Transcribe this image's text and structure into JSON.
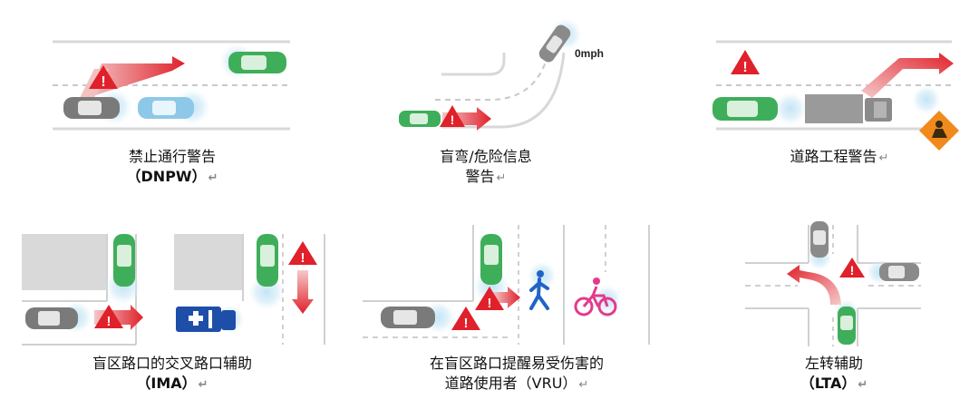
{
  "panels": [
    {
      "title": "禁止通行警告",
      "abbr": "（DNPW）",
      "return_mark": "↵"
    },
    {
      "title": "盲弯/危险信息",
      "title_line2": "警告",
      "return_mark": "↵",
      "speed_label": "0mph"
    },
    {
      "title": "道路工程警告",
      "return_mark": "↵"
    },
    {
      "title": "盲区路口的交叉路口辅助",
      "abbr": "（IMA）",
      "return_mark": "↵"
    },
    {
      "title": "在盲区路口提醒易受伤害的",
      "title_line2": "道路使用者（VRU）",
      "return_mark": "↵"
    },
    {
      "title": "左转辅助",
      "abbr": "（LTA）",
      "return_mark": "↵"
    }
  ],
  "colors": {
    "warning_red": "#e0202a",
    "car_green": "#3fae5a",
    "car_gray": "#7a7a7a",
    "car_blue": "#8ec8e8",
    "signal_halo": "#bfe3f5",
    "truck_gray": "#9a9a9a",
    "roadwork_orange": "#f08a1c",
    "cyclist_pink": "#e43a8c",
    "pedestrian_blue": "#1f64c8",
    "ambulance_blue": "#1e4fa8"
  }
}
